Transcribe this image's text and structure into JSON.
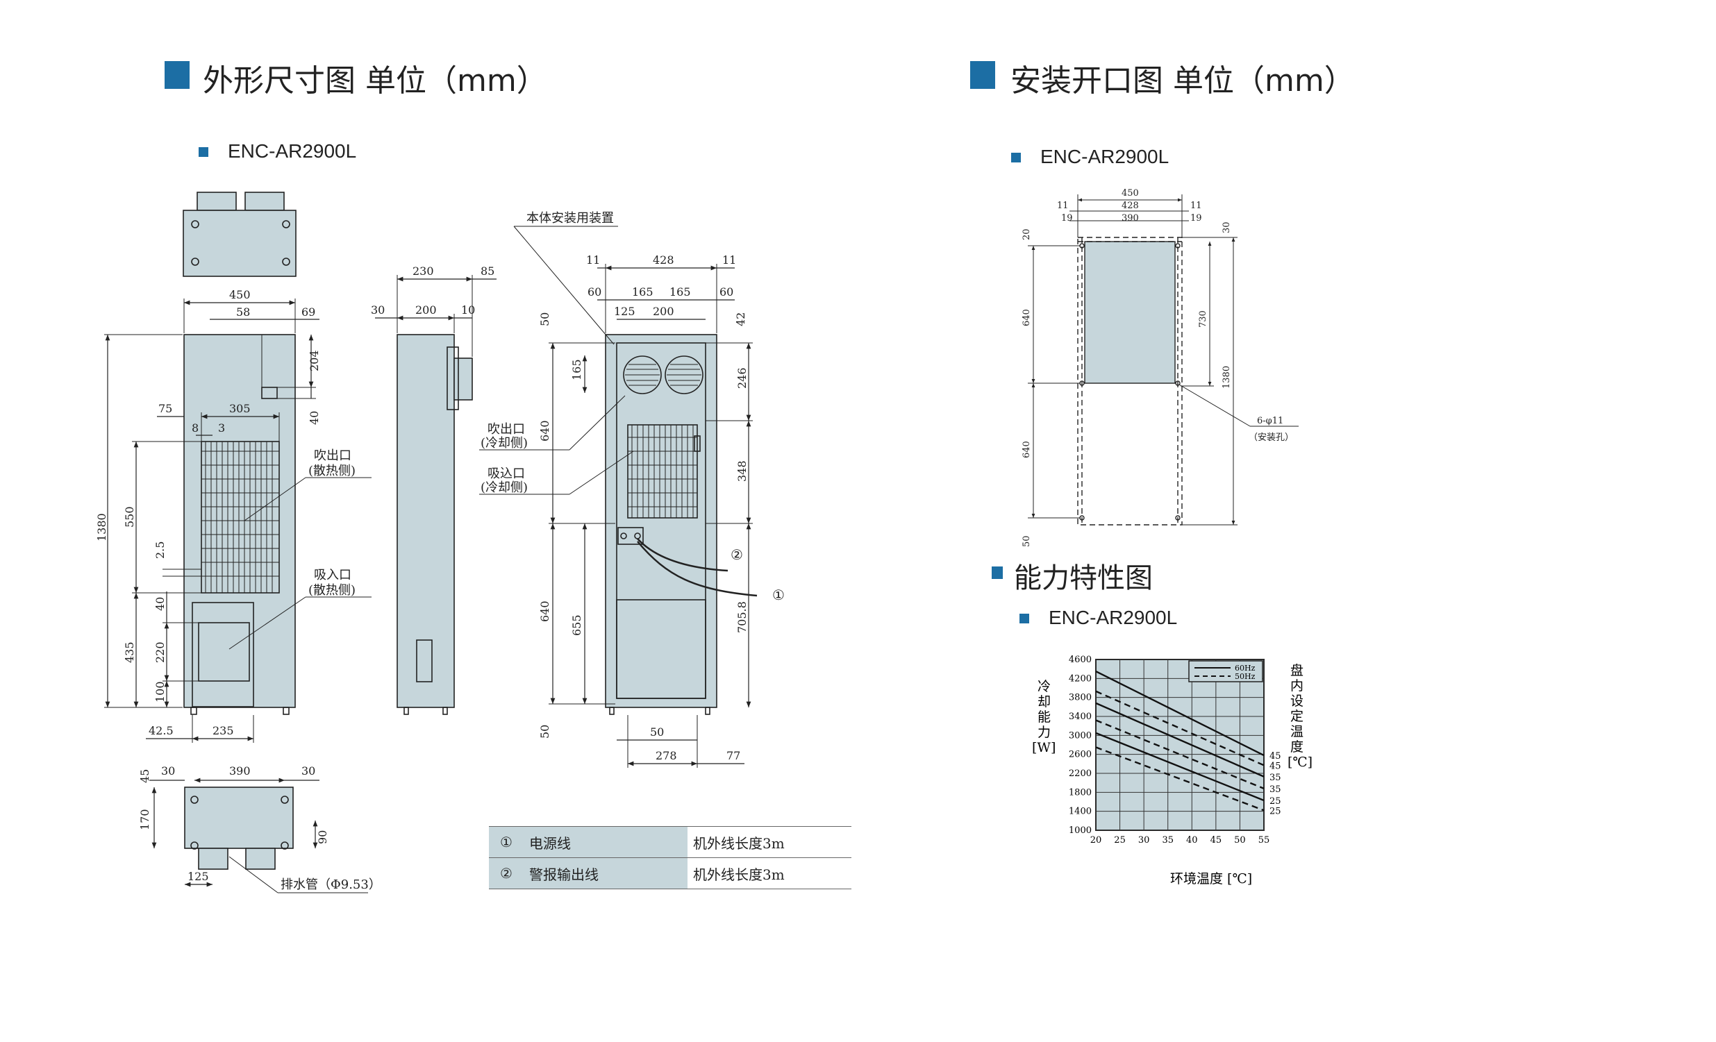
{
  "sections": {
    "outline": {
      "title": "外形尺寸图 单位（mm）",
      "model": "ENC-AR2900L"
    },
    "mounting": {
      "title": "安装开口图 单位（mm）",
      "model": "ENC-AR2900L"
    },
    "capacity": {
      "title": "能力特性图",
      "model": "ENC-AR2900L"
    }
  },
  "front_view": {
    "dims": {
      "width": "450",
      "d58": "58",
      "d69": "69",
      "d204": "204",
      "d40a": "40",
      "d75": "75",
      "d305": "305",
      "d8": "8",
      "d3": "3",
      "height": "1380",
      "d550": "550",
      "d25": "2.5",
      "d40b": "40",
      "d435": "435",
      "d220": "220",
      "d100": "100",
      "d425": "42.5",
      "d235": "235"
    },
    "labels": {
      "outlet_hot": "吹出口",
      "outlet_hot_side": "(散热侧)",
      "inlet_hot": "吸入口",
      "inlet_hot_side": "(散热侧)"
    }
  },
  "side_view": {
    "dims": {
      "d230": "230",
      "d85": "85",
      "d30": "30",
      "d200": "200",
      "d10": "10"
    }
  },
  "back_view": {
    "dims": {
      "d11a": "11",
      "d428": "428",
      "d11b": "11",
      "d60a": "60",
      "d165a": "165",
      "d165b": "165",
      "d60b": "60",
      "d125": "125",
      "d200": "200",
      "d50a": "50",
      "d42": "42",
      "d165c": "165",
      "d246": "246",
      "d640a": "640",
      "d348": "348",
      "d640b": "640",
      "d655": "655",
      "d7058": "705.8",
      "d50b": "50",
      "d50c": "50",
      "d278": "278",
      "d77": "77"
    },
    "labels": {
      "mount_device": "本体安装用装置",
      "outlet_cold": "吹出口",
      "outlet_cold_side": "(冷却侧)",
      "inlet_cold": "吸込口",
      "inlet_cold_side": "(冷却侧)",
      "mark1": "①",
      "mark2": "②"
    }
  },
  "top_view": {
    "dims": {
      "d45": "45",
      "d30a": "30",
      "d390": "390",
      "d30b": "30",
      "d170": "170",
      "d90": "90",
      "d125": "125"
    },
    "labels": {
      "drain": "排水管（Φ9.53）"
    }
  },
  "legend": [
    {
      "mark": "①",
      "name": "电源线",
      "desc": "机外线长度3m"
    },
    {
      "mark": "②",
      "name": "警报输出线",
      "desc": "机外线长度3m"
    }
  ],
  "cutout": {
    "dims": {
      "d450": "450",
      "d11a": "11",
      "d428": "428",
      "d11b": "11",
      "d19a": "19",
      "d390": "390",
      "d19b": "19",
      "d20": "20",
      "d30": "30",
      "d640a": "640",
      "d730": "730",
      "d1380": "1380",
      "d640b": "640",
      "d50": "50"
    },
    "labels": {
      "holes": "6-φ11",
      "holes_note": "（安装孔）"
    }
  },
  "chart_data": {
    "type": "line",
    "x": [
      20,
      55
    ],
    "xlabel": "环境温度 [℃]",
    "ylabel": "冷却能力[W]",
    "right_label": "盘内设定温度[℃]",
    "xlim": [
      20,
      55
    ],
    "ylim": [
      1000,
      4600
    ],
    "xticks": [
      20,
      25,
      30,
      35,
      40,
      45,
      50,
      55
    ],
    "yticks": [
      1000,
      1400,
      1800,
      2200,
      2600,
      3000,
      3400,
      3800,
      4200,
      4600
    ],
    "grid": true,
    "legend_position": "top-right",
    "series": [
      {
        "name": "60Hz",
        "style": "solid",
        "setpoint": "45",
        "values": [
          4350,
          2580
        ]
      },
      {
        "name": "50Hz",
        "style": "dashed",
        "setpoint": "45",
        "values": [
          3930,
          2370
        ]
      },
      {
        "name": "60Hz",
        "style": "solid",
        "setpoint": "35",
        "values": [
          3680,
          2130
        ]
      },
      {
        "name": "50Hz",
        "style": "dashed",
        "setpoint": "35",
        "values": [
          3320,
          1880
        ]
      },
      {
        "name": "60Hz",
        "style": "solid",
        "setpoint": "25",
        "values": [
          3050,
          1630
        ]
      },
      {
        "name": "50Hz",
        "style": "dashed",
        "setpoint": "25",
        "values": [
          2750,
          1420
        ]
      }
    ],
    "legend_entries": [
      "60Hz",
      "50Hz"
    ]
  },
  "colors": {
    "accent": "#1c6ea4",
    "body_fill": "#c6d6db",
    "line": "#222222"
  }
}
